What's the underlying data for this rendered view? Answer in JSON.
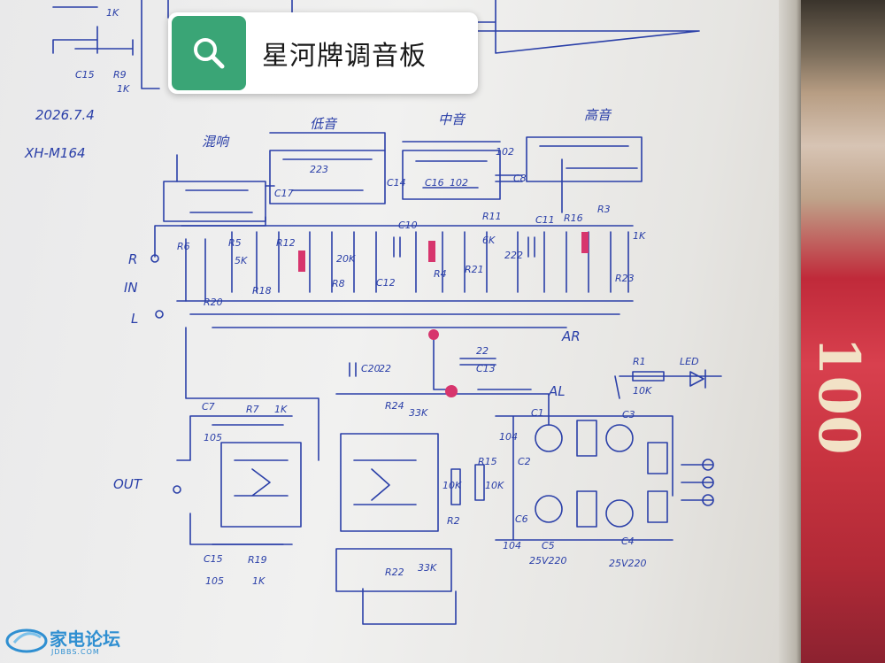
{
  "banner": {
    "title": "星河牌调音板",
    "icon": "search-icon"
  },
  "watermark": {
    "name": "家电论坛",
    "site": "JDBBS.COM"
  },
  "banknote": {
    "denomination": "100"
  },
  "notes": {
    "date": "2026.7.4",
    "model": "XH-M164"
  },
  "sections": {
    "echo": "混响",
    "bass": "低音",
    "mid": "中音",
    "treble": "高音"
  },
  "io_labels": {
    "input": "IN",
    "output": "OUT",
    "r": "R",
    "l": "L",
    "ar": "AR",
    "al": "AL"
  },
  "components": {
    "c15": "C15",
    "r9": "R9",
    "r9_val": "1K",
    "r6": "R6",
    "r5": "R5",
    "r12": "R12",
    "r18": "R18",
    "r20": "R20",
    "r8": "R8",
    "r11": "R11",
    "r16": "R16",
    "r3": "R3",
    "r23": "R23",
    "r4": "R4",
    "r21": "R21",
    "c7": "C7",
    "c7_val": "105",
    "r7": "R7",
    "r7_val": "1K",
    "c15b_val": "105",
    "r19": "R19",
    "r19_val": "1K",
    "c13": "C13",
    "c13_val": "22",
    "c20": "C20",
    "c20_val": "22",
    "r24": "R24",
    "r24_val": "33K",
    "r22": "R22",
    "r22_val": "33K",
    "r1": "R1",
    "r1_val": "10K",
    "led": "LED",
    "c1": "C1",
    "c2": "C2",
    "c3": "C3",
    "c4": "C4",
    "c4_val": "25V220",
    "c5": "C5",
    "c5_val": "25V220",
    "c6": "C6",
    "c6_val": "104",
    "c_104": "104",
    "r15": "R15",
    "r15_val": "10K",
    "r2": "R2",
    "r2_val": "10K",
    "c8": "C8",
    "c8_val": "102",
    "c16": "C16",
    "c16_val": "102",
    "c10": "C10",
    "c12": "C12",
    "c14": "C14",
    "c11": "C11",
    "c17": "C17",
    "cap_223": "223",
    "cap_222": "222",
    "res_1k": "1K",
    "res_20k": "20K",
    "res_5k": "5K",
    "res_6k": "6K"
  },
  "colors": {
    "ink": "#2a3fa8",
    "highlight": "#d7356d",
    "banner_green": "#3aa576"
  }
}
